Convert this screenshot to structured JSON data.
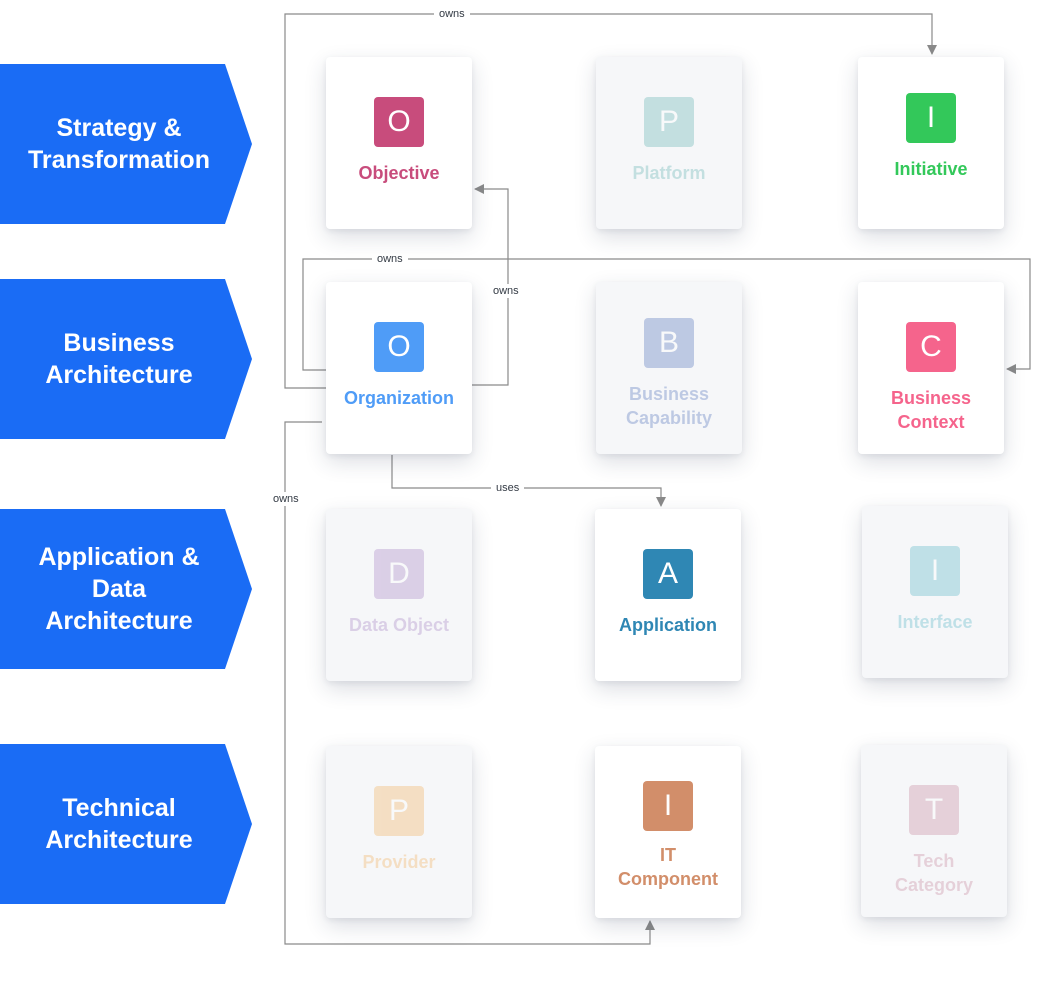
{
  "lanes": [
    {
      "label": "Strategy &\nTransformation",
      "color": "#1a6cf5"
    },
    {
      "label": "Business\nArchitecture",
      "color": "#1a6cf5"
    },
    {
      "label": "Application &\nData\nArchitecture",
      "color": "#1a6cf5"
    },
    {
      "label": "Technical\nArchitecture",
      "color": "#1a6cf5"
    }
  ],
  "cards": {
    "objective": {
      "letter": "O",
      "label": "Objective",
      "color": "#c84c7c",
      "active": true
    },
    "platform": {
      "letter": "P",
      "label": "Platform",
      "color": "#4fa9a9",
      "active": false
    },
    "initiative": {
      "letter": "I",
      "label": "Initiative",
      "color": "#33c85a",
      "active": true
    },
    "organization": {
      "letter": "O",
      "label": "Organization",
      "color": "#4f9cf7",
      "active": true
    },
    "business_capability": {
      "letter": "B",
      "label": "Business\nCapability",
      "color": "#3e61b4",
      "active": false
    },
    "business_context": {
      "letter": "C",
      "label": "Business\nContext",
      "color": "#f5648c",
      "active": true
    },
    "data_object": {
      "letter": "D",
      "label": "Data Object",
      "color": "#9c74bc",
      "active": false
    },
    "application": {
      "letter": "A",
      "label": "Application",
      "color": "#2f87b4",
      "active": true
    },
    "interface": {
      "letter": "I",
      "label": "Interface",
      "color": "#44aec0",
      "active": false
    },
    "provider": {
      "letter": "P",
      "label": "Provider",
      "color": "#f0a848",
      "active": false
    },
    "it_component": {
      "letter": "I",
      "label": "IT\nComponent",
      "color": "#d28e6a",
      "active": true
    },
    "tech_category": {
      "letter": "T",
      "label": "Tech\nCategory",
      "color": "#c07a90",
      "active": false
    }
  },
  "relations": [
    {
      "from": "Organization",
      "to": "Initiative",
      "label": "owns"
    },
    {
      "from": "Organization",
      "to": "Business Context",
      "label": "owns"
    },
    {
      "from": "Organization",
      "to": "Objective",
      "label": "owns"
    },
    {
      "from": "Organization",
      "to": "Application",
      "label": "uses"
    },
    {
      "from": "Organization",
      "to": "IT Component",
      "label": "owns"
    }
  ],
  "edge_color": "#8a8a8a"
}
